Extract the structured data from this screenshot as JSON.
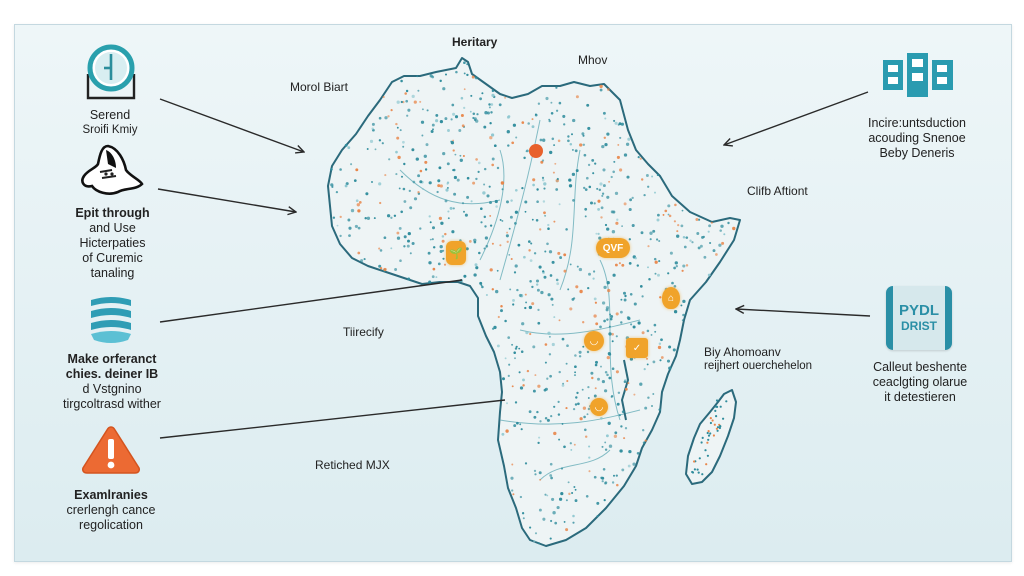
{
  "map": {
    "title_label": "Heritary",
    "region_labels": [
      {
        "id": "north-west",
        "text": "Morol Biart"
      },
      {
        "id": "north-east",
        "text": "Mhov"
      },
      {
        "id": "east",
        "text": "Clifb Aftiont"
      },
      {
        "id": "west-coast",
        "text": "Tiirecify"
      },
      {
        "id": "south-west",
        "text": "Retiched MJX"
      },
      {
        "id": "east-coast-1",
        "text": "Biy Ahomoanv"
      },
      {
        "id": "east-coast-2",
        "text": "reijhert ouerchehelon"
      }
    ],
    "markers": [
      {
        "id": "north-dot",
        "icon": "location-dot-icon",
        "label": ""
      },
      {
        "id": "west-pin",
        "icon": "plant-icon",
        "label": "🌱"
      },
      {
        "id": "central-badge",
        "icon": "speech-badge-icon",
        "label": "QVF"
      },
      {
        "id": "east-pin",
        "icon": "pin-icon",
        "label": "⌂"
      },
      {
        "id": "central-pin",
        "icon": "pin-icon",
        "label": "◡"
      },
      {
        "id": "square-pin",
        "icon": "square-pin-icon",
        "label": "✓"
      },
      {
        "id": "south-pin",
        "icon": "pin-icon",
        "label": "◡"
      }
    ],
    "colors": {
      "outline": "#2b6a7c",
      "fill": "#eef4f5",
      "dot_teal": "#2f8c9c",
      "dot_orange": "#e8864a",
      "marker": "#f0a32a",
      "marker_red": "#e8612c"
    }
  },
  "left_callouts": [
    {
      "icon": "clock-icon",
      "lines": [
        "Serend",
        "Sroifi Kmiy"
      ]
    },
    {
      "icon": "mascot-icon",
      "lines": [
        "Epit through",
        "and Use",
        "Hicterpaties",
        "of Curemic",
        "tanaling"
      ]
    },
    {
      "icon": "waves-icon",
      "lines": [
        "Make orferanct",
        "chies. deiner IB",
        "d Vstgnino",
        "tirgcoltrasd wither"
      ]
    },
    {
      "icon": "warning-icon",
      "lines": [
        "Examlranies",
        "crerlengh cance",
        "regolication"
      ]
    }
  ],
  "right_callouts": [
    {
      "icon": "buildings-icon",
      "lines": [
        "Incire:untsduction",
        "acouding Snenoe",
        "Beby Deneris"
      ]
    },
    {
      "icon": "pydl-badge-icon",
      "badge_line1": "PYDL",
      "badge_line2": "DRIST",
      "lines": [
        "Calleut beshente",
        "ceaclgting olarue",
        "it detestieren"
      ]
    }
  ]
}
